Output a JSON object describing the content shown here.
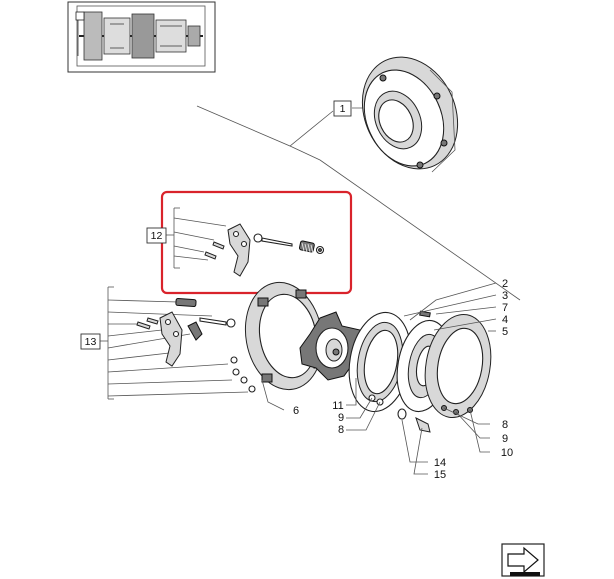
{
  "diagram": {
    "callout_boxes": [
      {
        "id": "1",
        "text": "1"
      },
      {
        "id": "12",
        "text": "12"
      },
      {
        "id": "13",
        "text": "13"
      }
    ],
    "callouts": [
      {
        "key": "c2",
        "text": "2"
      },
      {
        "key": "c3",
        "text": "3"
      },
      {
        "key": "c7",
        "text": "7"
      },
      {
        "key": "c4",
        "text": "4"
      },
      {
        "key": "c5",
        "text": "5"
      },
      {
        "key": "c6",
        "text": "6"
      },
      {
        "key": "c11",
        "text": "11"
      },
      {
        "key": "c9a",
        "text": "9"
      },
      {
        "key": "c8a",
        "text": "8"
      },
      {
        "key": "c8b",
        "text": "8"
      },
      {
        "key": "c9b",
        "text": "9"
      },
      {
        "key": "c10",
        "text": "10"
      },
      {
        "key": "c14",
        "text": "14"
      },
      {
        "key": "c15",
        "text": "15"
      }
    ],
    "highlight_color": "#d9232b",
    "nav_icon": "next-page-arrow-icon"
  }
}
